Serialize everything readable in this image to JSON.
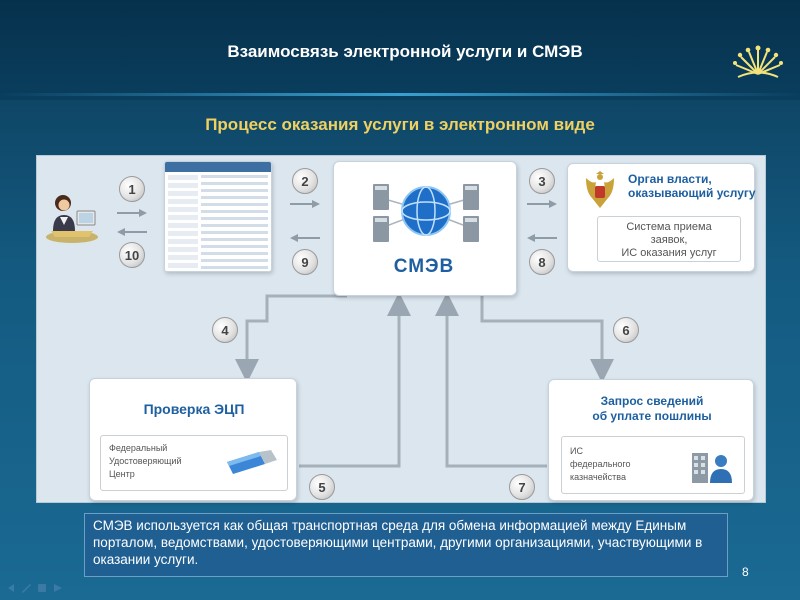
{
  "slide": {
    "title": "Взаимосвязь электронной услуги и СМЭВ",
    "subtitle": "Процесс оказания услуги в электронном виде",
    "page_number": "8"
  },
  "diagram": {
    "hub": {
      "label": "СМЭВ"
    },
    "authority": {
      "title": "Орган власти, оказывающий услугу",
      "system_line1": "Система приема",
      "system_line2": "заявок,",
      "system_line3": "ИС оказания услуг"
    },
    "ecp": {
      "title": "Проверка ЭЦП",
      "center_line1": "Федеральный",
      "center_line2": "Удостоверяющий",
      "center_line3": "Центр"
    },
    "payment": {
      "title_line1": "Запрос сведений",
      "title_line2": "об уплате пошлины",
      "system_line1": "ИС",
      "system_line2": "федерального",
      "system_line3": "казначейства"
    },
    "steps": [
      "1",
      "2",
      "3",
      "4",
      "5",
      "6",
      "7",
      "8",
      "9",
      "10"
    ]
  },
  "note": "СМЭВ используется как общая транспортная среда для обмена информацией между Единым порталом, ведомствами, удостоверяющими центрами, другими организациями, участвующими в оказании услуги.",
  "colors": {
    "background": "#145a80",
    "title_text": "#ffffff",
    "subtitle_text": "#f0d060",
    "diagram_accent": "#1d5fa0",
    "note_background": "#1f5f92"
  }
}
